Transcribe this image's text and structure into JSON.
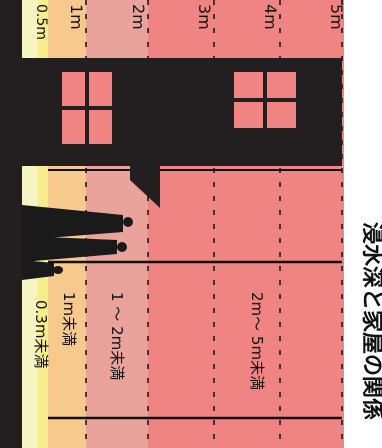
{
  "title": "浸水深と家屋の関係",
  "depth_marks": [
    "0.5m",
    "1m",
    "2m",
    "3m",
    "4m",
    "5m"
  ],
  "zones": [
    {
      "label": "0.3m未満",
      "color": "#f6ee8c"
    },
    {
      "label": "1m未満",
      "color": "#f7c98c"
    },
    {
      "label": "1 ～ 2m未満",
      "color": "#e9a39b"
    },
    {
      "label": "2m～ 5m未満",
      "color": "#f08482"
    }
  ],
  "colors": {
    "house": "#231f20",
    "window": "#f08482",
    "ground": "#231f20",
    "band_beyond": "#f5f4c2",
    "person": "#1a1a1a"
  },
  "icons": [
    "house-icon",
    "people-silhouette-icon"
  ]
}
